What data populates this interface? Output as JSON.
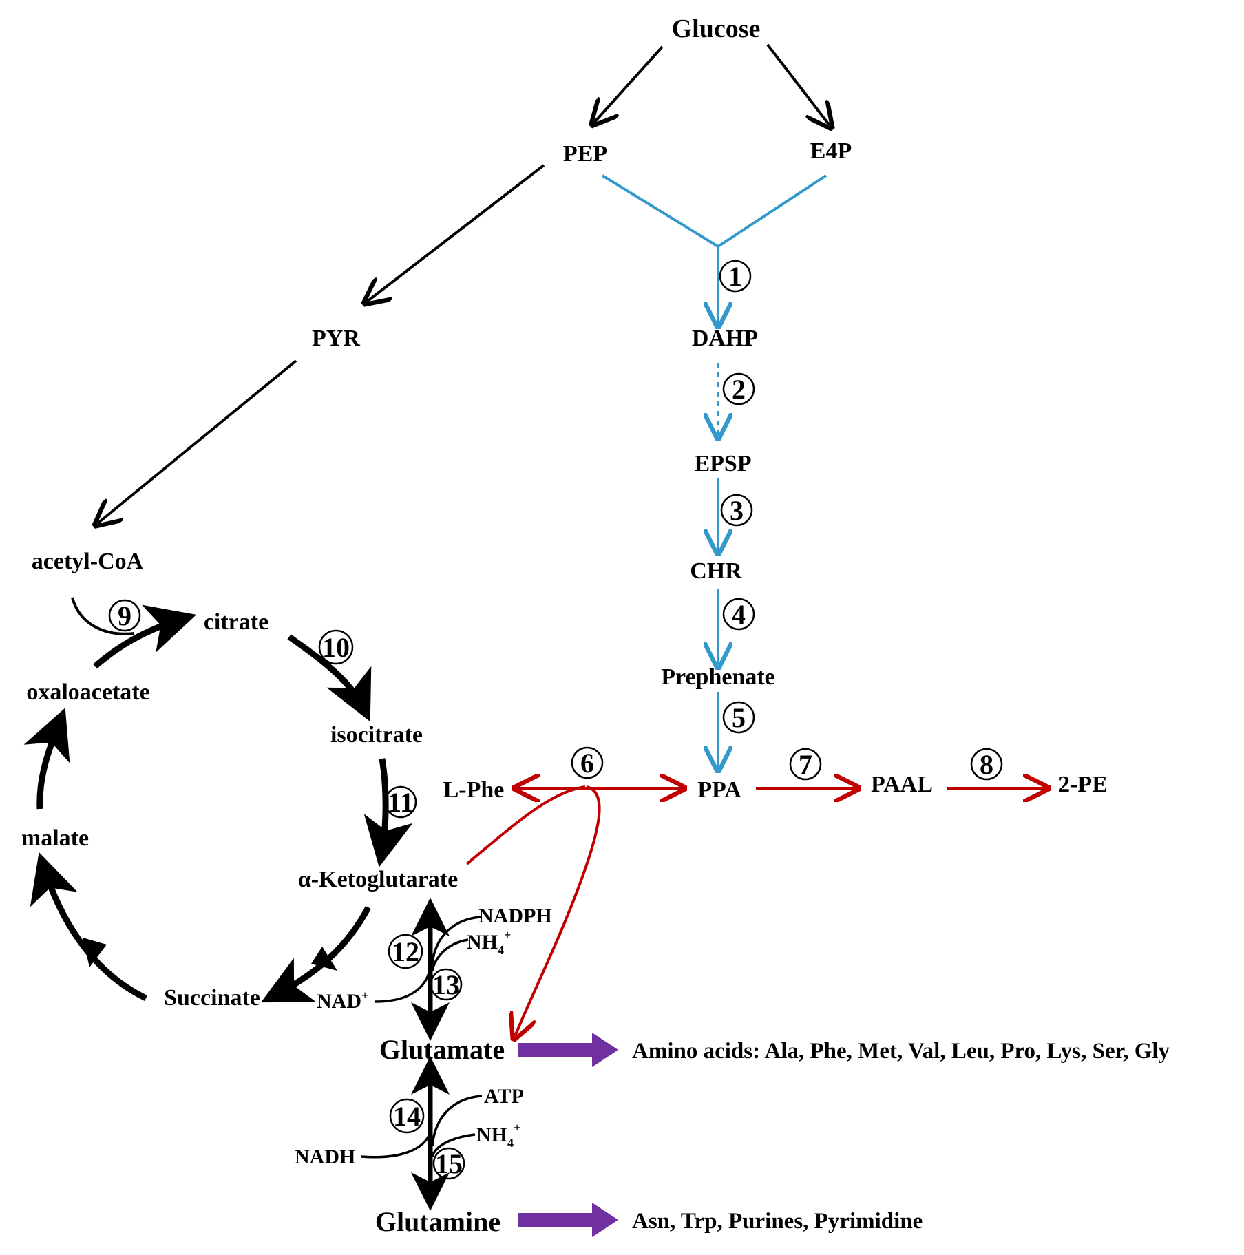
{
  "colors": {
    "black": "#000000",
    "blue": "#3399cc",
    "red": "#c00000",
    "purple": "#7030a0"
  },
  "metabolites": {
    "glucose": "Glucose",
    "pep": "PEP",
    "e4p": "E4P",
    "pyr": "PYR",
    "dahp": "DAHP",
    "epsp": "EPSP",
    "chr": "CHR",
    "prephenate": "Prephenate",
    "ppa": "PPA",
    "lphe": "L-Phe",
    "paal": "PAAL",
    "pe2": "2-PE",
    "acetylcoa": "acetyl-CoA",
    "citrate": "citrate",
    "oxaloacetate": "oxaloacetate",
    "isocitrate": "isocitrate",
    "malate": "malate",
    "akg": "α-Ketoglutarate",
    "succinate": "Succinate",
    "glutamate": "Glutamate",
    "glutamine": "Glutamine"
  },
  "cofactors": {
    "nadph": "NADPH",
    "nh4_1": "NH",
    "nh4_1_sub": "4",
    "nh4_1_sup": "+",
    "nad": "NAD",
    "nad_sup": "+",
    "atp": "ATP",
    "nh4_2": "NH",
    "nh4_2_sub": "4",
    "nh4_2_sup": "+",
    "nadh": "NADH"
  },
  "products": {
    "glutamate_products": "Amino acids: Ala, Phe, Met, Val, Leu, Pro, Lys, Ser, Gly",
    "glutamine_products": "Asn, Trp, Purines, Pyrimidine"
  },
  "steps": [
    "1",
    "2",
    "3",
    "4",
    "5",
    "6",
    "7",
    "8",
    "9",
    "10",
    "11",
    "12",
    "13",
    "14",
    "15"
  ]
}
